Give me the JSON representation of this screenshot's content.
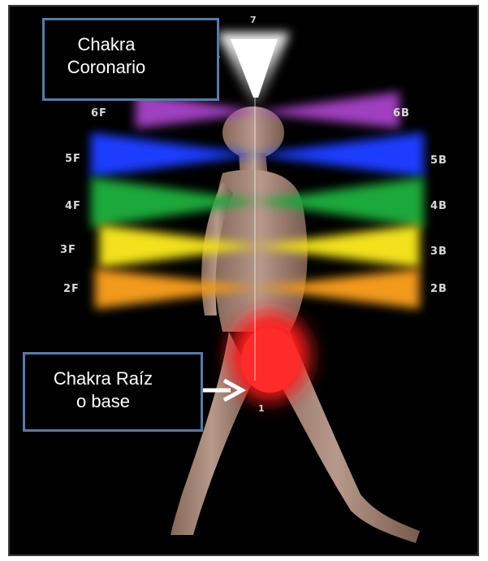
{
  "callouts": {
    "crown": {
      "line1": "Chakra",
      "line2": "Coronario"
    },
    "root": {
      "line1": "Chakra Raíz",
      "line2": "o base"
    }
  },
  "labels": {
    "front": [
      "6F",
      "5F",
      "4F",
      "3F",
      "2F"
    ],
    "back": [
      "6B",
      "5B",
      "4B",
      "3B",
      "2B"
    ],
    "top": "7",
    "bottom": "1"
  },
  "colors": {
    "crown": "#ffffff",
    "brow": "#a040c0",
    "throat": "#1a3cff",
    "heart": "#1fa83a",
    "solar": "#f2e11a",
    "sacral": "#f29a1a",
    "root": "#ff1a1a",
    "callout_border": "#5a7aa6"
  }
}
